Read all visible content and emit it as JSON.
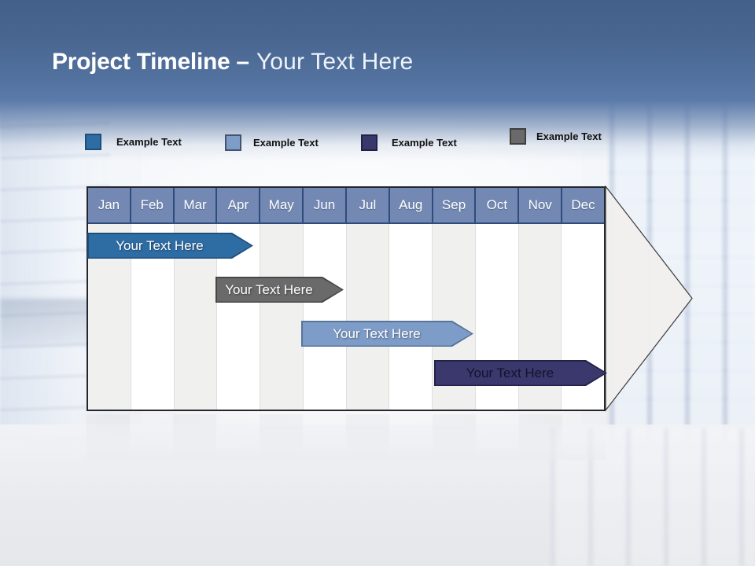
{
  "title": {
    "bold": "Project Timeline –",
    "light": "Your Text Here"
  },
  "legend": {
    "items": [
      {
        "label": "Example Text",
        "color": "#2e6ca4",
        "border_color": "#1f4e79"
      },
      {
        "label": "Example Text",
        "color": "#7d9cc8",
        "border_color": "#44546a"
      },
      {
        "label": "Example Text",
        "color": "#39386b",
        "border_color": "#232148"
      },
      {
        "label": "Example Text",
        "color": "#6a6a6a",
        "border_color": "#3f3f3f"
      }
    ]
  },
  "timeline": {
    "months": [
      "Jan",
      "Feb",
      "Mar",
      "Apr",
      "May",
      "Jun",
      "Jul",
      "Aug",
      "Sep",
      "Oct",
      "Nov",
      "Dec"
    ],
    "bars": [
      {
        "label": "Your Text Here",
        "color": "#2e6ca4",
        "border_color": "#1f4e79",
        "start_month": "Jan",
        "end_month": "Apr"
      },
      {
        "label": "Your Text Here",
        "color": "#6a6a6a",
        "border_color": "#474747",
        "start_month": "Apr",
        "end_month": "Jun"
      },
      {
        "label": "Your Text Here",
        "color": "#7d9cc8",
        "border_color": "#567399",
        "start_month": "Jun",
        "end_month": "Sep"
      },
      {
        "label": "Your Text Here",
        "color": "#3a386c",
        "border_color": "#232148",
        "start_month": "Sep",
        "end_month": "Dec"
      }
    ],
    "arrow_fill": "#f1f0ee"
  }
}
